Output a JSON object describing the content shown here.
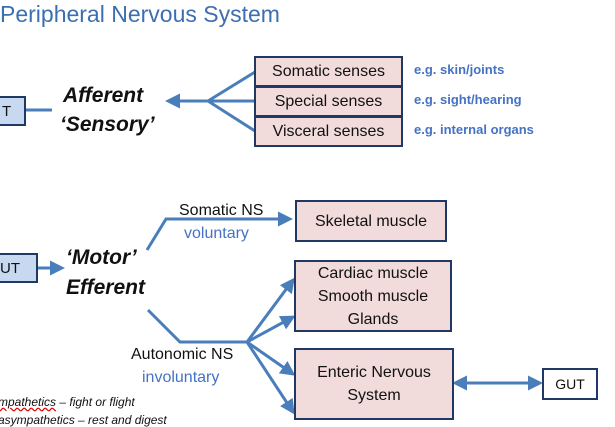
{
  "title": "Peripheral Nervous System",
  "afferent": {
    "cut_box": "T",
    "word": "Afferent",
    "quote": "‘Sensory’",
    "senses": [
      {
        "label": "Somatic senses",
        "example": "e.g. skin/joints"
      },
      {
        "label": "Special senses",
        "example": "e.g. sight/hearing"
      },
      {
        "label": "Visceral senses",
        "example": "e.g. internal organs"
      }
    ]
  },
  "efferent": {
    "cut_box": "UT",
    "quote": "‘Motor’",
    "word": "Efferent",
    "somatic": {
      "name": "Somatic NS",
      "type": "voluntary",
      "target": "Skeletal muscle"
    },
    "autonomic": {
      "name": "Autonomic NS",
      "type": "involuntary",
      "targets": {
        "line1": "Cardiac muscle",
        "line2": "Smooth muscle",
        "line3": "Glands"
      },
      "enteric": {
        "line1": "Enteric Nervous",
        "line2": "System"
      }
    },
    "gut": "GUT"
  },
  "notes": {
    "line1_prefix": "mpathetics",
    "line1_suffix": " – fight or flight",
    "line2": "asympathetics – rest and digest"
  },
  "colors": {
    "title": "#3d6fb0",
    "arrow": "#4a7ebb",
    "box_fill": "#f2dbdb",
    "box_border": "#1f3864",
    "example_text": "#4472c4"
  }
}
